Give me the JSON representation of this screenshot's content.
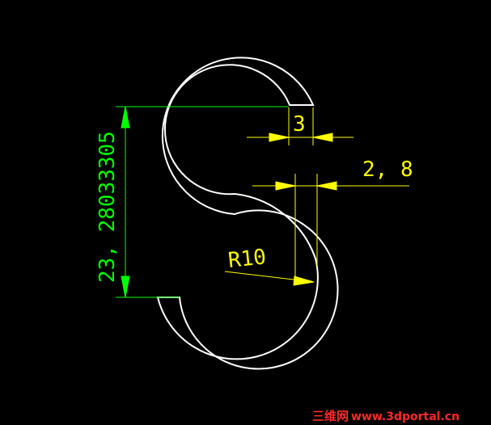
{
  "colors": {
    "background": "#000000",
    "outline": "#ffffff",
    "dimension": "#ffff00",
    "dimension_arrow": "#ffff00",
    "vertical_dimension": "#00ff00",
    "watermark_red": "#ff2a2a"
  },
  "dimensions": {
    "gap_width": "3",
    "wall_thickness": "2, 8",
    "radius": "R10",
    "hook_height": "23, 28033305"
  },
  "watermark": {
    "chinese": "三维网",
    "site": "www.3dportal.cn"
  }
}
